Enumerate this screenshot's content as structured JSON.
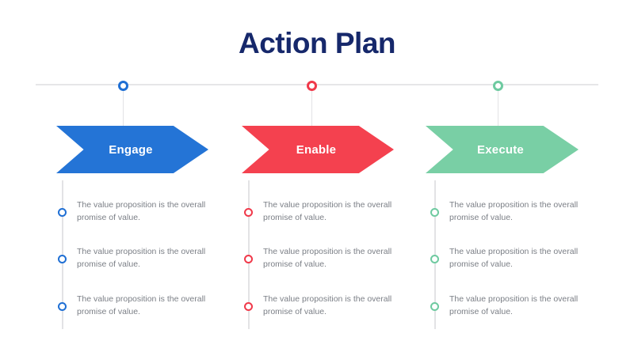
{
  "title": "Action Plan",
  "theme": {
    "title_color": "#16286b",
    "axis_color": "#e6e6e8",
    "stem_color": "#e3e3e5",
    "body_text_color": "#7b7f86",
    "label_color": "#ffffff"
  },
  "timeline": {
    "axis_label": "timeline-axis",
    "markers": [
      {
        "name": "timeline-marker-engage",
        "color": "#1f6fd4"
      },
      {
        "name": "timeline-marker-enable",
        "color": "#f0394a"
      },
      {
        "name": "timeline-marker-execute",
        "color": "#6ecaa0"
      }
    ]
  },
  "stages": [
    {
      "id": "engage",
      "label": "Engage",
      "color": "#2474d6",
      "marker_color": "#1f6fd4",
      "bullets": [
        "The value proposition is the overall promise of value.",
        "The value proposition is the overall promise of value.",
        "The value proposition is the overall promise of value."
      ]
    },
    {
      "id": "enable",
      "label": "Enable",
      "color": "#f4414f",
      "marker_color": "#f0394a",
      "bullets": [
        "The value proposition is the overall promise of value.",
        "The value proposition is the overall promise of value.",
        "The value proposition is the overall promise of value."
      ]
    },
    {
      "id": "execute",
      "label": "Execute",
      "color": "#79cfa5",
      "marker_color": "#6ecaa0",
      "bullets": [
        "The value proposition is the overall promise of value.",
        "The value proposition is the overall promise of value.",
        "The value proposition is the overall promise of value."
      ]
    }
  ]
}
